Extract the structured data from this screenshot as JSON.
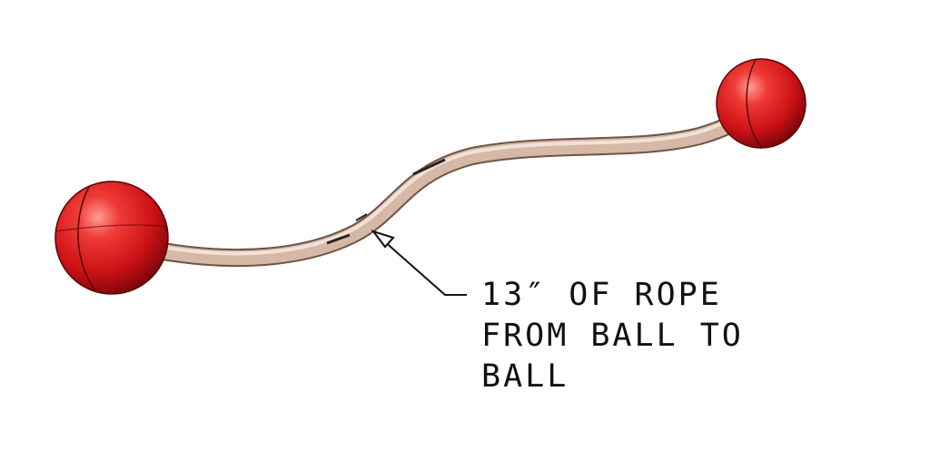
{
  "annotation": {
    "lines": [
      "13″ OF ROPE",
      "FROM BALL TO",
      "BALL"
    ]
  },
  "colors": {
    "ball": "#d11518",
    "ball_highlight": "#ff8a84",
    "ball_shadow": "#7a0507",
    "rope": "#d9bcaa",
    "rope_edge": "#8f6f5f",
    "leader": "#111111"
  }
}
